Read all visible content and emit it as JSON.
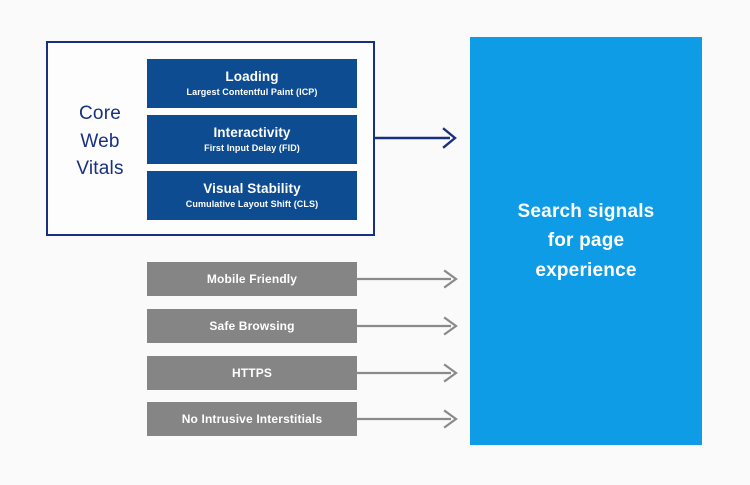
{
  "diagram": {
    "background_color": "#fafafa",
    "core_web_vitals": {
      "label": "Core\nWeb\nVitals",
      "border_color": "#17307f",
      "label_color": "#17307f",
      "box_fill": "#0e4c92",
      "items": [
        {
          "title": "Loading",
          "subtitle": "Largest Contentful Paint (ICP)"
        },
        {
          "title": "Interactivity",
          "subtitle": "First Input Delay (FID)"
        },
        {
          "title": "Visual Stability",
          "subtitle": "Cumulative Layout Shift (CLS)"
        }
      ]
    },
    "other_signals": {
      "bar_fill": "#858585",
      "items": [
        {
          "label": "Mobile Friendly"
        },
        {
          "label": "Safe Browsing"
        },
        {
          "label": "HTTPS"
        },
        {
          "label": "No Intrusive Interstitials"
        }
      ]
    },
    "arrows": {
      "cwv_arrow_color": "#17307f",
      "signal_arrow_color": "#8a8a8a"
    },
    "result": {
      "text": "Search signals\nfor page\nexperience",
      "fill": "#0d9ce5",
      "text_color": "#ffffff"
    }
  }
}
